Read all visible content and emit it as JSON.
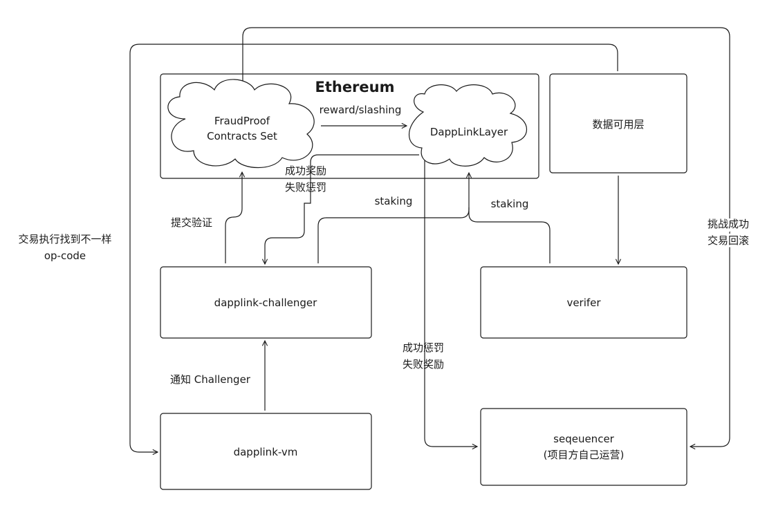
{
  "ethereum": {
    "title": "Ethereum",
    "fraudproof": [
      "FraudProof",
      "Contracts Set"
    ],
    "dapplinklayer": "DappLinkLayer"
  },
  "nodes": {
    "data_availability": "数据可用层",
    "challenger": "dapplink-challenger",
    "verifier": "verifer",
    "vm": "dapplink-vm",
    "sequencer": [
      "seqeuencer",
      "(项目方自己运营)"
    ]
  },
  "edges": {
    "reward_slashing": "reward/slashing",
    "challenger_reward": [
      "成功奖励",
      "失败惩罚"
    ],
    "submit_verify": "提交验证",
    "staking_challenger": "staking",
    "staking_verifier": "staking",
    "sequencer_reward": [
      "成功惩罚",
      "失败奖励"
    ],
    "notify_challenger": "通知 Challenger",
    "op_code_mismatch": [
      "交易执行找到不一样",
      "op-code"
    ],
    "challenge_rollback": [
      "挑战成功",
      "交易回滚"
    ]
  }
}
